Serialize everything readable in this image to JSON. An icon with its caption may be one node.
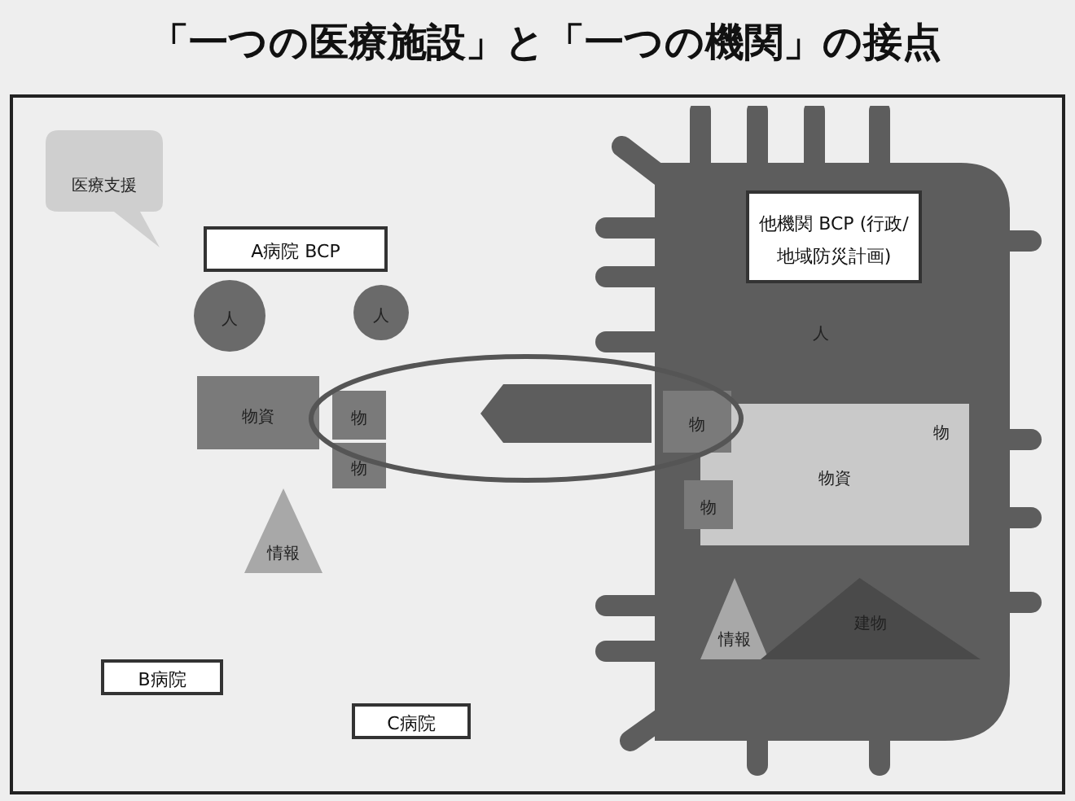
{
  "diagram": {
    "title": "「一つの医療施設」と「一つの機関」の接点",
    "nodes": [
      {
        "text": [
          "医療支援"
        ]
      },
      {
        "text": [
          "A病院 BCP"
        ]
      },
      {
        "text": [
          "人"
        ]
      },
      {
        "text": [
          "人"
        ]
      },
      {
        "text": [
          "物資"
        ]
      },
      {
        "text": [
          "物"
        ]
      },
      {
        "text": [
          "物"
        ]
      },
      {
        "text": [
          "情報"
        ]
      },
      {
        "text": [],
        "shape": "hexagon"
      },
      {
        "text": [
          "人"
        ]
      },
      {
        "text": [
          "他機関 BCP (行政/地域防災計画)"
        ],
        "in": 9
      },
      {
        "text": [
          "物資"
        ],
        "in": 9
      },
      {
        "text": [
          "物"
        ],
        "in": 11
      },
      {
        "text": [
          "物"
        ],
        "in": 9
      },
      {
        "text": [
          "物"
        ],
        "in": 9
      },
      {
        "text": [
          "情報"
        ],
        "in": 9
      },
      {
        "text": [
          "建物"
        ],
        "in": 9
      },
      {
        "text": [
          "B病院"
        ]
      },
      {
        "text": [
          "C病院"
        ]
      }
    ]
  }
}
